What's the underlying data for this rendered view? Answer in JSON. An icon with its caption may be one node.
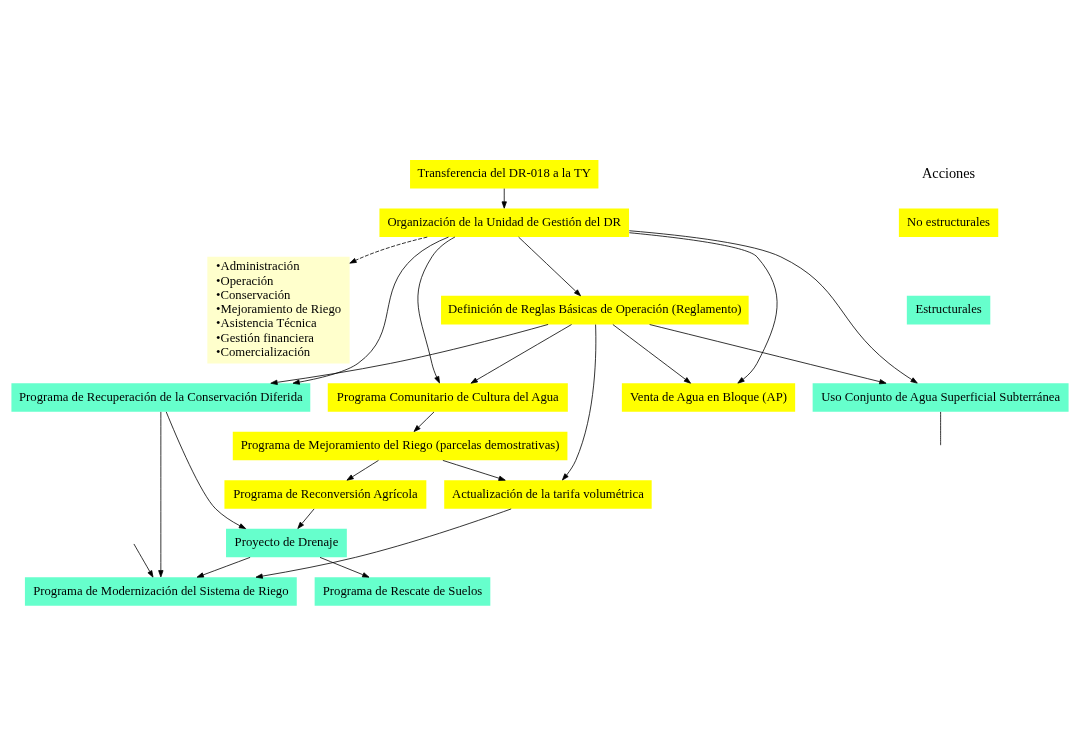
{
  "diagram": {
    "nodes": [
      {
        "text": [
          "Transferencia del DR-018 a la TY"
        ]
      },
      {
        "text": [
          "Organización de la Unidad de Gestión del DR"
        ]
      },
      {
        "text": [
          "•Administración",
          "•Operación",
          "•Conservación",
          "•Mejoramiento de Riego",
          "•Asistencia Técnica",
          "•Gestión financiera",
          "•Comercialización"
        ]
      },
      {
        "text": [
          "Definición de Reglas Básicas de Operación (Reglamento)"
        ]
      },
      {
        "text": [
          "Programa Comunitario de Cultura del Agua"
        ]
      },
      {
        "text": [
          "Actualización de la tarifa volumétrica"
        ]
      },
      {
        "text": [
          "Programa de Mejoramiento del Riego (parcelas demostrativas)"
        ]
      },
      {
        "text": [
          "Programa de Recuperación de la Conservación Diferida"
        ]
      },
      {
        "text": [
          "Programa de Modernización del Sistema de Riego"
        ]
      },
      {
        "text": [
          "Venta de Agua en Bloque (AP)"
        ]
      },
      {
        "text": [
          "Programa de Reconversión Agrícola"
        ]
      },
      {
        "text": [
          "Proyecto de Drenaje"
        ]
      },
      {
        "text": [
          "Uso Conjunto de Agua Superficial Subterránea"
        ]
      },
      {
        "text": [
          "Programa de Rescate de Suelos"
        ]
      }
    ],
    "edges": [
      {
        "from": 0,
        "to": 1,
        "arrow": "to"
      },
      {
        "from": 1,
        "to": 2,
        "arrow": "to",
        "style": "dashed"
      },
      {
        "from": 1,
        "to": 3,
        "arrow": "to"
      },
      {
        "from": 1,
        "to": 4,
        "arrow": "to"
      },
      {
        "from": 1,
        "to": 7,
        "arrow": "to"
      },
      {
        "from": 1,
        "to": 9,
        "arrow": "to"
      },
      {
        "from": 1,
        "to": 12,
        "arrow": "to"
      },
      {
        "from": 3,
        "to": 4,
        "arrow": "to"
      },
      {
        "from": 3,
        "to": 7,
        "arrow": "to"
      },
      {
        "from": 3,
        "to": 9,
        "arrow": "to"
      },
      {
        "from": 3,
        "to": 12,
        "arrow": "to"
      },
      {
        "from": 3,
        "to": 5,
        "arrow": "to"
      },
      {
        "from": 4,
        "to": 6,
        "arrow": "to"
      },
      {
        "from": 6,
        "to": 5,
        "arrow": "to"
      },
      {
        "from": 6,
        "to": 10,
        "arrow": "to"
      },
      {
        "from": 5,
        "to": 8,
        "arrow": "to"
      },
      {
        "from": 7,
        "to": 8,
        "arrow": "to"
      },
      {
        "from": 7,
        "to": 11,
        "arrow": "to"
      },
      {
        "from": 10,
        "to": 11,
        "arrow": "to"
      },
      {
        "from": 11,
        "to": 13,
        "arrow": "to"
      },
      {
        "from": 11,
        "to": 8,
        "arrow": "to"
      },
      {
        "from": null,
        "to": 8,
        "arrow": "to"
      },
      {
        "from": 12,
        "to": null,
        "arrow": "none"
      }
    ],
    "labels": [
      "Acciones"
    ],
    "legend": [
      {
        "text": "No estructurales",
        "color": "#ffff00"
      },
      {
        "text": "Estructurales",
        "color": "#66ffcc"
      }
    ]
  }
}
